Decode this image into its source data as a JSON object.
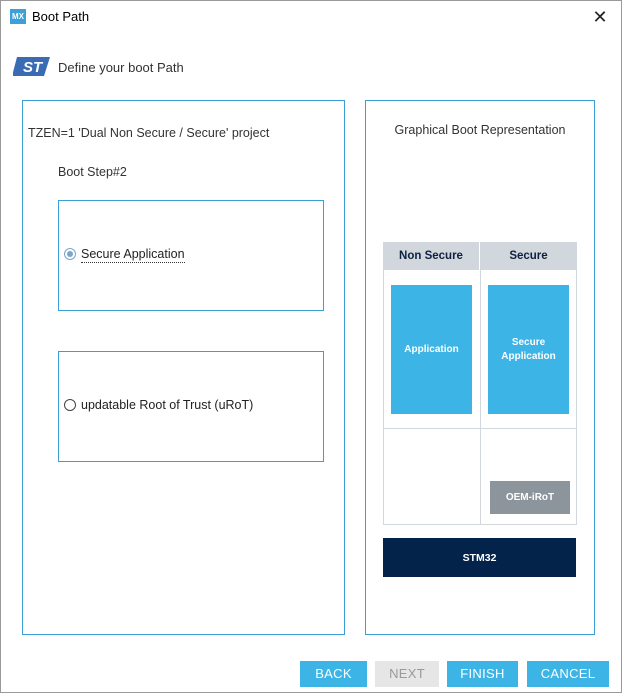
{
  "window": {
    "title": "Boot Path",
    "app_icon_text": "MX",
    "close_glyph": "✕"
  },
  "header": {
    "logo": "st-logo",
    "subtitle": "Define your boot Path"
  },
  "left_panel": {
    "project_label": "TZEN=1 'Dual Non Secure / Secure' project",
    "step_label": "Boot Step#2",
    "options": [
      {
        "label": "Secure Application",
        "selected": true
      },
      {
        "label": "updatable Root of Trust (uRoT)",
        "selected": false
      }
    ]
  },
  "right_panel": {
    "title": "Graphical Boot Representation",
    "columns": [
      "Non Secure",
      "Secure"
    ],
    "blocks": {
      "non_secure_app": "Application",
      "secure_app_line1": "Secure",
      "secure_app_line2": "Application",
      "oem": "OEM-iRoT"
    },
    "chip": "STM32"
  },
  "buttons": {
    "back": "BACK",
    "next": "NEXT",
    "finish": "FINISH",
    "cancel": "CANCEL"
  },
  "colors": {
    "accent": "#3cb4e5",
    "panel_border": "#3c9fd4",
    "header_gray": "#d2d6dd",
    "oem_gray": "#8d959c",
    "chip_navy": "#03234b",
    "logo_blue": "#3a6cb4"
  }
}
